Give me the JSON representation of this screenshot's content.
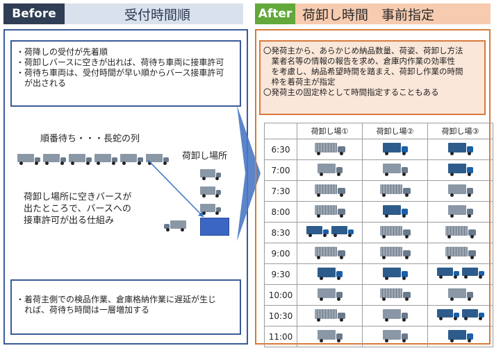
{
  "before": {
    "tag": "Before",
    "title": "受付時間順",
    "notes": [
      "・荷降しの受付が先着順",
      "・荷卸しバースに空きが出れば、荷待ち車両に接車許可",
      "・荷待ち車両は、受付時間が早い順からバース接車許可",
      "　が出される"
    ],
    "queue_label": "順番待ち・・・長蛇の列",
    "dock_label": "荷卸し場所",
    "mechanism": [
      "荷卸し場所に空きバースが",
      "出たところで、バースへの",
      "接車許可が出る仕組み"
    ],
    "bottom_note": [
      "・着荷主側での検品作業、倉庫格納作業に遅延が生じ",
      "　れば、荷待ち時間は一層増加する"
    ]
  },
  "after": {
    "tag": "After",
    "title": "荷卸し時間　事前指定",
    "notes": [
      "〇発荷主から、あらかじめ納品数量、荷姿、荷卸し方法",
      "　業者名等の情報の報告を求め、倉庫内作業の効率性",
      "　を考慮し、納品希望時間を踏まえ、荷卸し作業の時間",
      "　枠を着荷主が指定",
      "〇発荷主の固定枠として時間指定することもある"
    ],
    "columns": [
      "荷卸し場①",
      "荷卸し場②",
      "荷卸し場③"
    ],
    "rows": [
      {
        "time": "6:30",
        "slots": [
          [
            "long-w"
          ],
          [
            "blue"
          ],
          [
            "blue"
          ]
        ]
      },
      {
        "time": "7:00",
        "slots": [
          [
            "gray"
          ],
          [
            "gray"
          ],
          [
            "blue"
          ]
        ]
      },
      {
        "time": "7:30",
        "slots": [
          [
            "long-w"
          ],
          [
            "long-w"
          ],
          [
            "gray"
          ]
        ]
      },
      {
        "time": "8:00",
        "slots": [
          [
            "long-w"
          ],
          [
            "blue"
          ],
          [
            "gray"
          ]
        ]
      },
      {
        "time": "8:30",
        "slots": [
          [
            "blue",
            "blue"
          ],
          [
            "long-w"
          ],
          [
            "long-w"
          ]
        ]
      },
      {
        "time": "9:00",
        "slots": [
          [
            "long-w"
          ],
          [
            "long-w"
          ],
          [
            "long-w"
          ]
        ]
      },
      {
        "time": "9:30",
        "slots": [
          [
            "blue"
          ],
          [
            "blue"
          ],
          [
            "blue",
            "blue"
          ]
        ]
      },
      {
        "time": "10:00",
        "slots": [
          [
            "gray"
          ],
          [
            "long-w"
          ],
          [
            "gray"
          ]
        ]
      },
      {
        "time": "10:30",
        "slots": [
          [
            "long-w"
          ],
          [
            "gray"
          ],
          [
            "blue",
            "blue"
          ]
        ]
      },
      {
        "time": "11:00",
        "slots": [
          [
            "gray"
          ],
          [
            "gray"
          ],
          [
            "blue"
          ]
        ]
      }
    ]
  },
  "colors": {
    "before_tag": "#2f3e54",
    "before_header": "#d9e1ec",
    "before_border": "#3a5a99",
    "after_tag": "#62a83a",
    "after_header": "#f6cbb0",
    "after_border": "#d9793a",
    "arrow": "#4a78c4"
  }
}
